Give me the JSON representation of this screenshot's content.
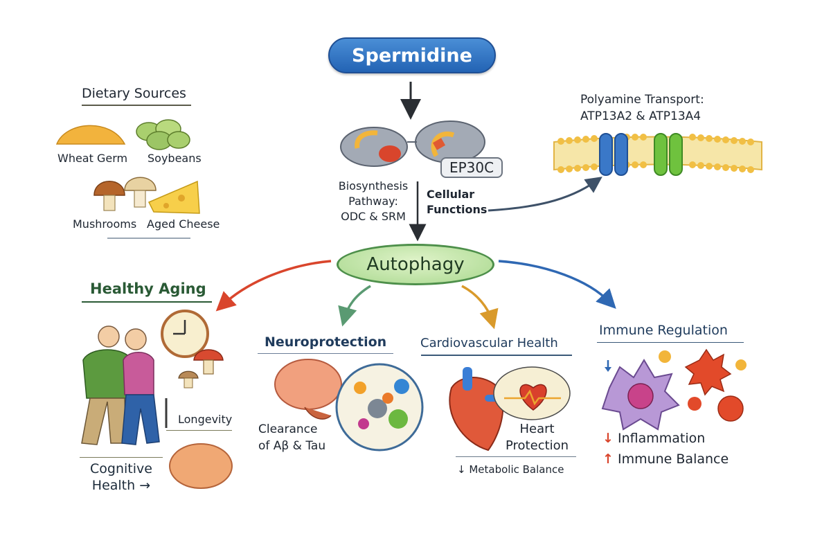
{
  "title": "Spermidine",
  "center": "Autophagy",
  "dietary": {
    "title": "Dietary Sources",
    "items": [
      "Wheat Germ",
      "Soybeans",
      "Mushrooms",
      "Aged Cheese"
    ]
  },
  "biosynthesis": {
    "enzyme_tag": "EP30C",
    "pathway_lines": [
      "Biosynthesis",
      "Pathway:",
      "ODC & SRM"
    ],
    "functions_lines": [
      "Cellular",
      "Functions"
    ]
  },
  "transport": {
    "lines": [
      "Polyamine Transport:",
      "ATP13A2 & ATP13A4"
    ]
  },
  "healthy_aging": {
    "title": "Healthy Aging",
    "longevity": "Longevity",
    "cognitive_lines": [
      "Cognitive",
      "Health →"
    ]
  },
  "neuroprotection": {
    "title": "Neuroprotection",
    "clearance_lines": [
      "Clearance",
      "of Aβ & Tau"
    ]
  },
  "cardio": {
    "title": "Cardiovascular Health",
    "heart_lines": [
      "Heart",
      "Protection"
    ],
    "metabolic": "↓ Metabolic Balance"
  },
  "immune": {
    "title": "Immune Regulation",
    "inflammation": "Inflammation",
    "balance": "Immune Balance"
  },
  "colors": {
    "spermidine_blue": "#2f72c4",
    "autophagy_green": "#b7e09b",
    "arrow_red": "#d9452c",
    "arrow_green": "#5a9a72",
    "arrow_orange": "#d99a2b",
    "arrow_blue": "#2f68b3",
    "panel_cream": "#fbf0d2",
    "title_green": "#2a5a35",
    "title_navy": "#1f3b5c"
  }
}
